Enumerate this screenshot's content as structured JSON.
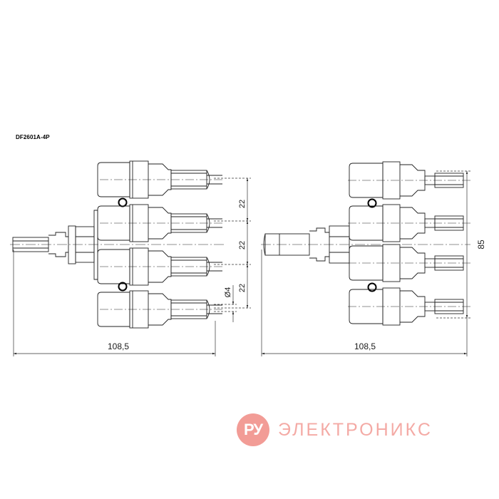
{
  "model": "DF2601A-4P",
  "left_view": {
    "overall_length": "108,5",
    "pitch_1": "22",
    "pitch_2": "22",
    "pitch_3": "22",
    "pin_diameter": "Ø4"
  },
  "right_view": {
    "overall_length": "108,5",
    "overall_height": "85"
  },
  "watermark": {
    "logo_text": "РУ",
    "brand_text": "ЭЛЕКТРОНИКС",
    "color": "#f29c96"
  },
  "colors": {
    "line": "#222222",
    "dim": "#333333",
    "background": "#ffffff"
  }
}
